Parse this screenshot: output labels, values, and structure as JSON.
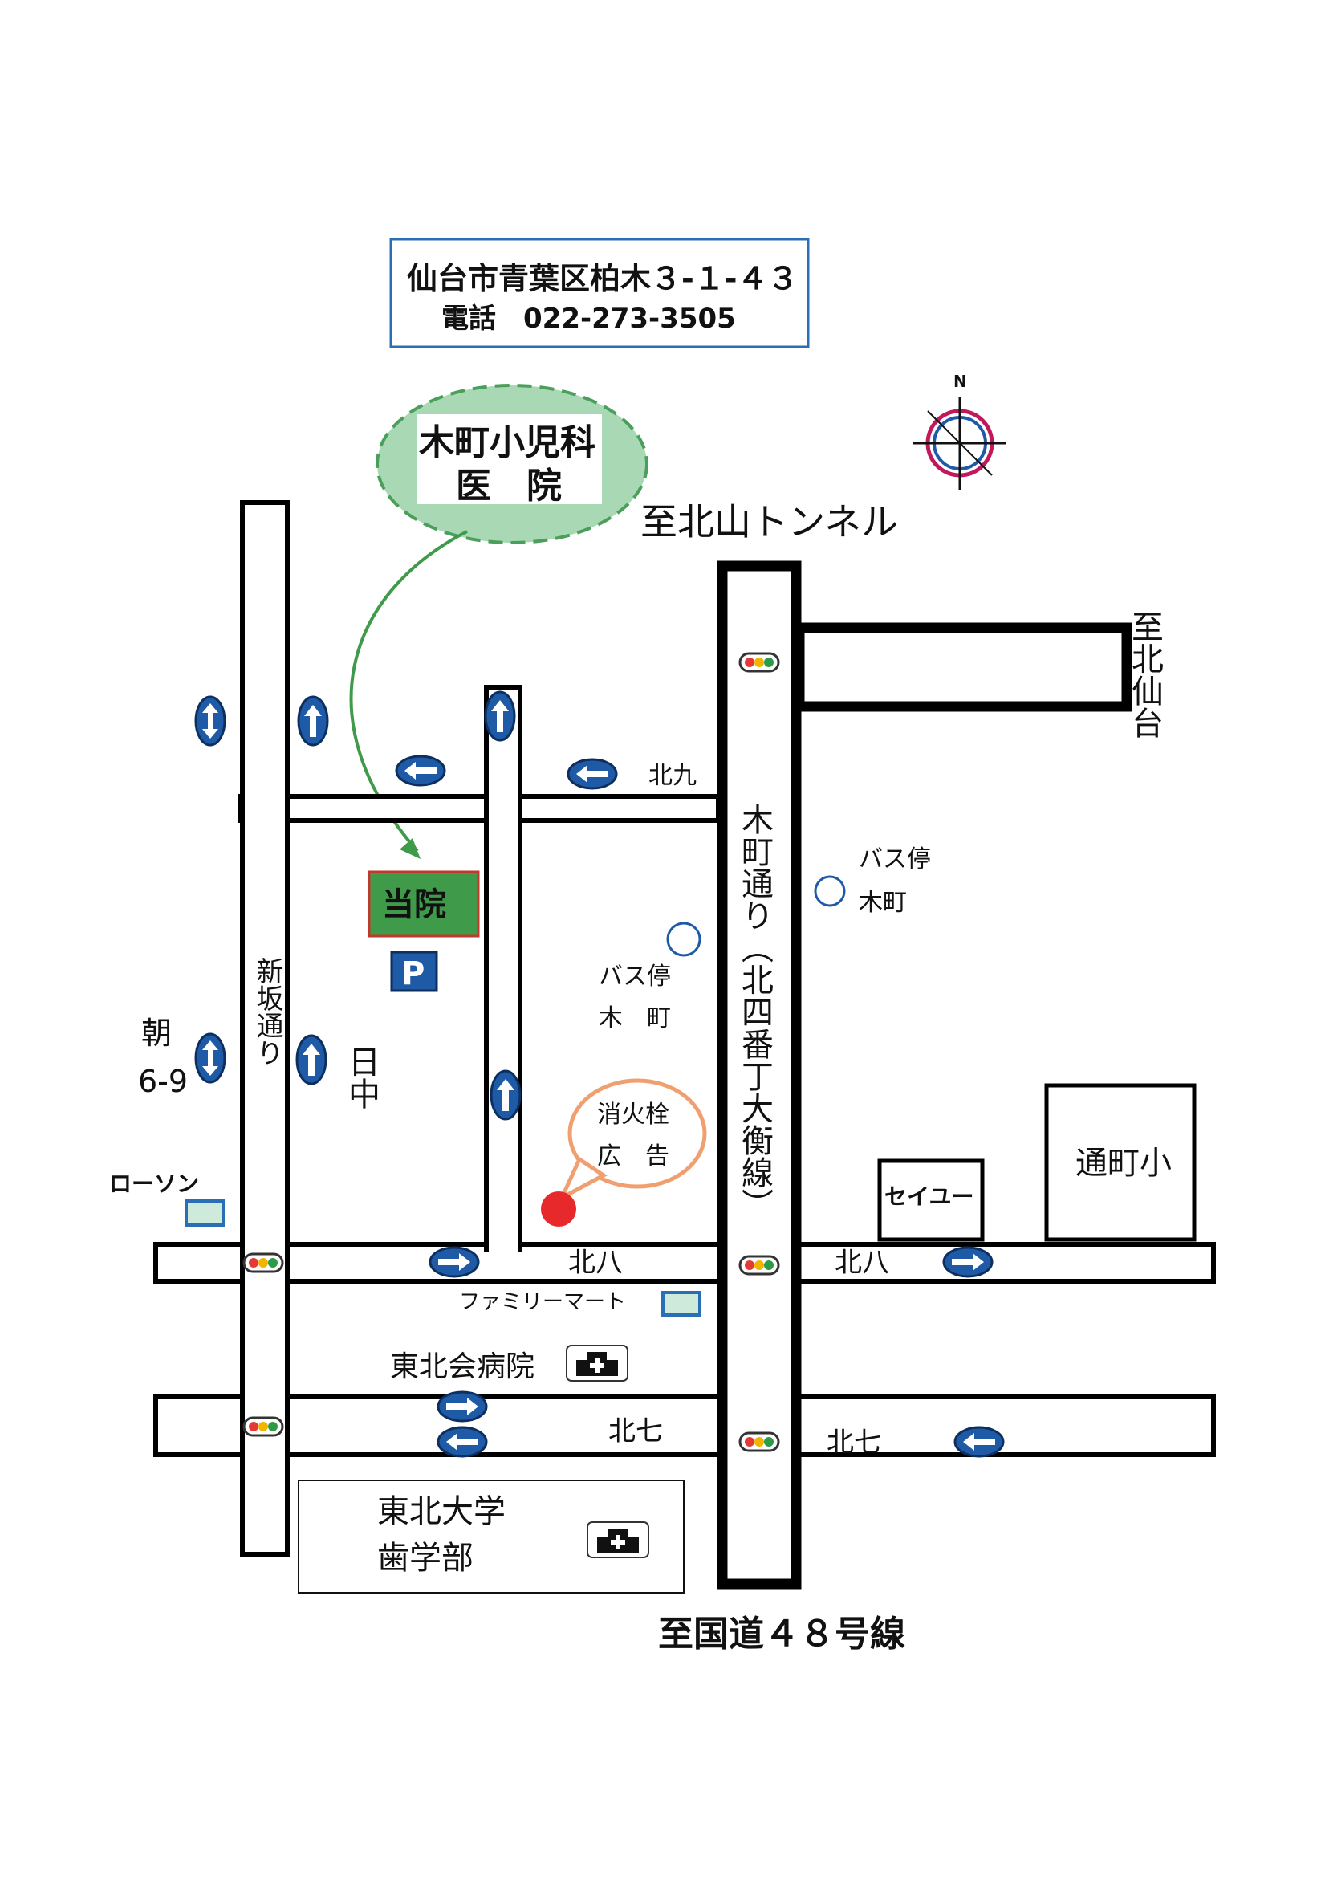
{
  "address": {
    "line1": "仙台市青葉区柏木３-１-４３",
    "line2": "電話　022-273-3505"
  },
  "clinic_bubble": {
    "line1": "木町小児科",
    "line2": "医　院"
  },
  "directions": {
    "north": "至北山トンネル",
    "east": "至北仙台",
    "south": "至国道４８号線"
  },
  "compass": {
    "label": "N"
  },
  "streets": {
    "kita9": "北九",
    "kita8_west": "北八",
    "kita8_east": "北八",
    "kita7_west": "北七",
    "kita7_east": "北七",
    "kimachi": "木町通り（北四番丁大衡線）",
    "shinzaka": "新坂通り"
  },
  "places": {
    "clinic": "当院",
    "parking": "P",
    "bus_east_1": "バス停",
    "bus_east_2": "木町",
    "bus_west_1": "バス停",
    "bus_west_2": "木　町",
    "hydrant_1": "消火栓",
    "hydrant_2": "広　告",
    "school": "通町小",
    "seiyu": "セイユー",
    "lawson": "ローソン",
    "familymart": "ファミリーマート",
    "tohokukai": "東北会病院",
    "univ_1": "東北大学",
    "univ_2": "歯学部"
  },
  "traffic_notes": {
    "morning_label": "朝",
    "morning_time": "6-9",
    "daytime": "日中"
  },
  "colors": {
    "sign_blue": "#1f5aa6",
    "clinic_green": "#3f9a4a",
    "bubble_green": "#a9d8b5",
    "hydrant_red": "#e8292b",
    "hydrant_bubble": "#f0a070",
    "store_blue": "#2a6fb5"
  },
  "icons": [
    "one-way-arrow-icon",
    "traffic-signal-icon",
    "hospital-icon",
    "parking-icon",
    "compass-icon",
    "bus-stop-icon"
  ]
}
